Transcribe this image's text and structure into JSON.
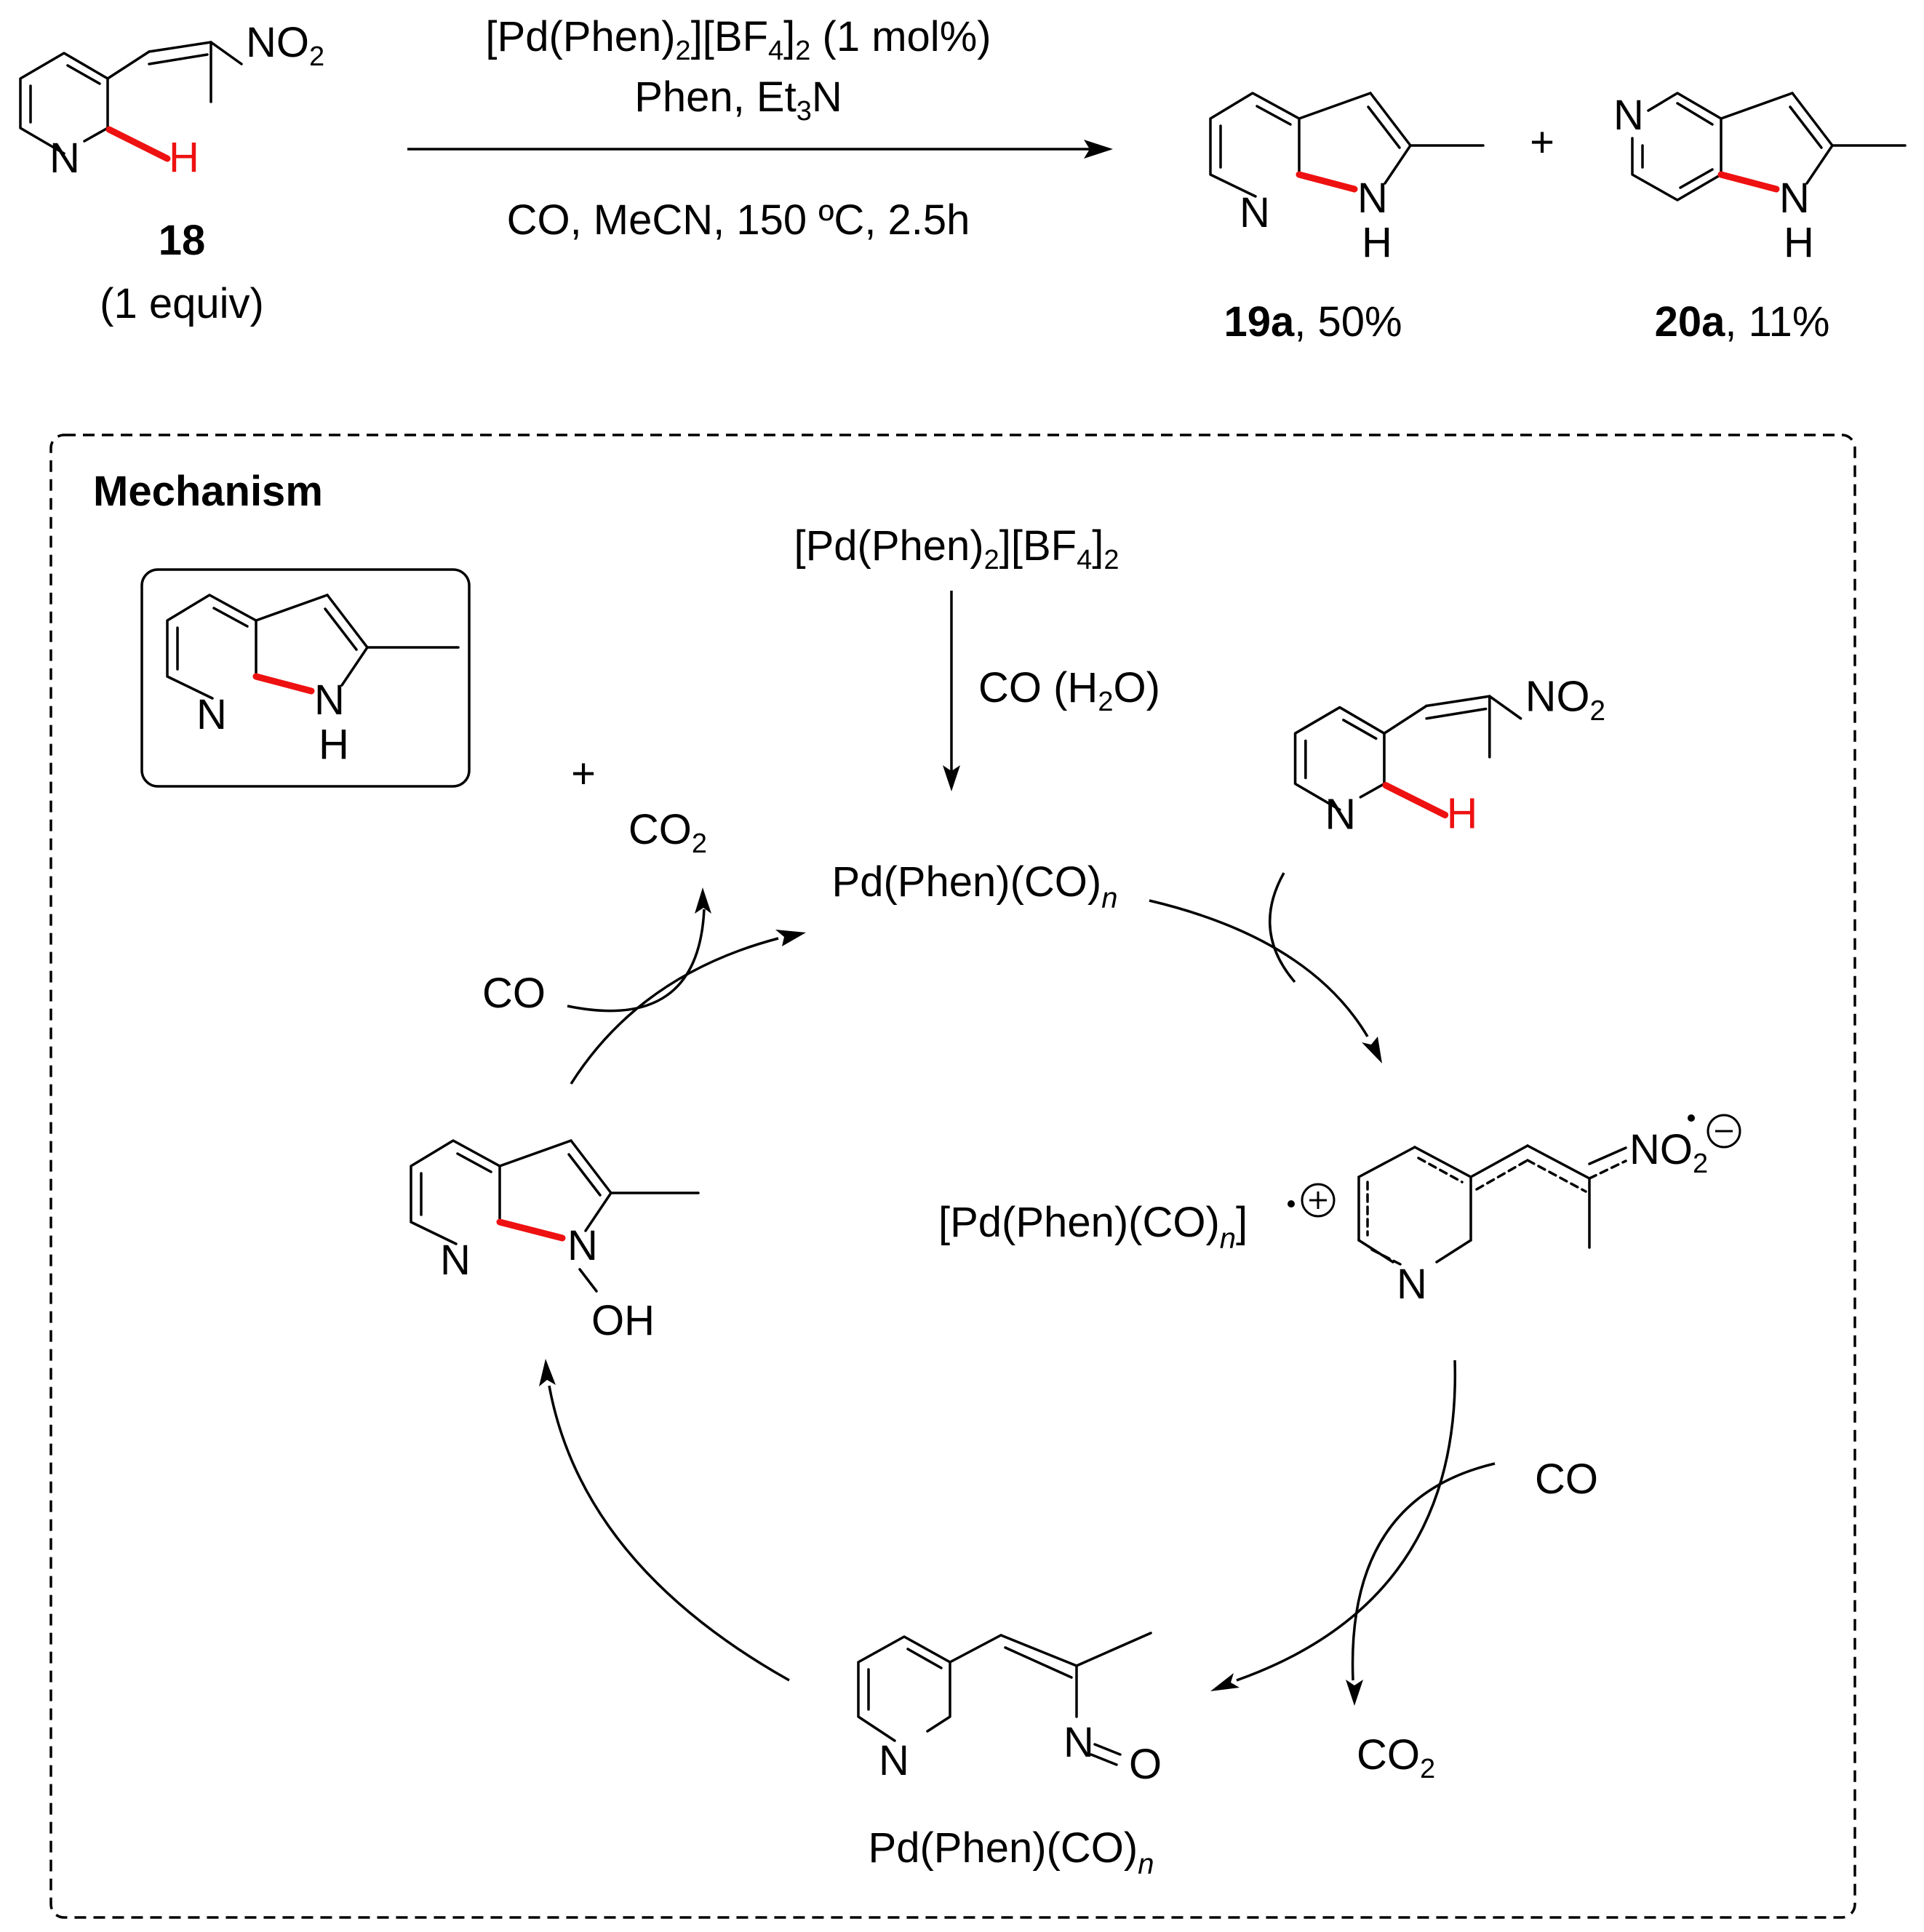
{
  "reaction": {
    "reagent_line1": {
      "pre": "[Pd(Phen)",
      "s1": "2",
      "mid": "][BF",
      "s2": "4",
      "post": "]",
      "s3": "2",
      "tail": " (1 mol%)"
    },
    "reagent_line2": {
      "pre": "Phen, Et",
      "sub": "3",
      "post": "N"
    },
    "conditions": "CO, MeCN, 150 ºC, 2.5h",
    "plus": "+"
  },
  "compounds": {
    "substrate": {
      "id": "18",
      "amount": "(1 equiv)"
    },
    "product_major": {
      "id": "19a",
      "yield": ", 50%"
    },
    "product_minor": {
      "id": "20a",
      "yield": ", 11%"
    }
  },
  "atoms": {
    "N": "N",
    "H": "H",
    "NO": "NO",
    "two": "2",
    "OH": "OH",
    "O": "O"
  },
  "mechanism": {
    "title": "Mechanism",
    "precatalyst": {
      "pre": "[Pd(Phen)",
      "s1": "2",
      "mid": "][BF",
      "s2": "4",
      "post": "]",
      "s3": "2"
    },
    "activation": {
      "pre": "CO (H",
      "sub": "2",
      "post": "O)"
    },
    "catalyst": {
      "pre": "Pd(Phen)(CO)",
      "italic": "n"
    },
    "radical_cation": {
      "pre": "[Pd(Phen)(CO)",
      "italic": "n",
      "post": "]"
    },
    "co_in_right": "CO",
    "co2_out_right": {
      "pre": "CO",
      "sub": "2"
    },
    "co_in_left": "CO",
    "co2_out_left": {
      "pre": "CO",
      "sub": "2"
    },
    "plus": "+",
    "complex_label": {
      "pre": "Pd(Phen)(CO)",
      "italic": "n"
    }
  }
}
